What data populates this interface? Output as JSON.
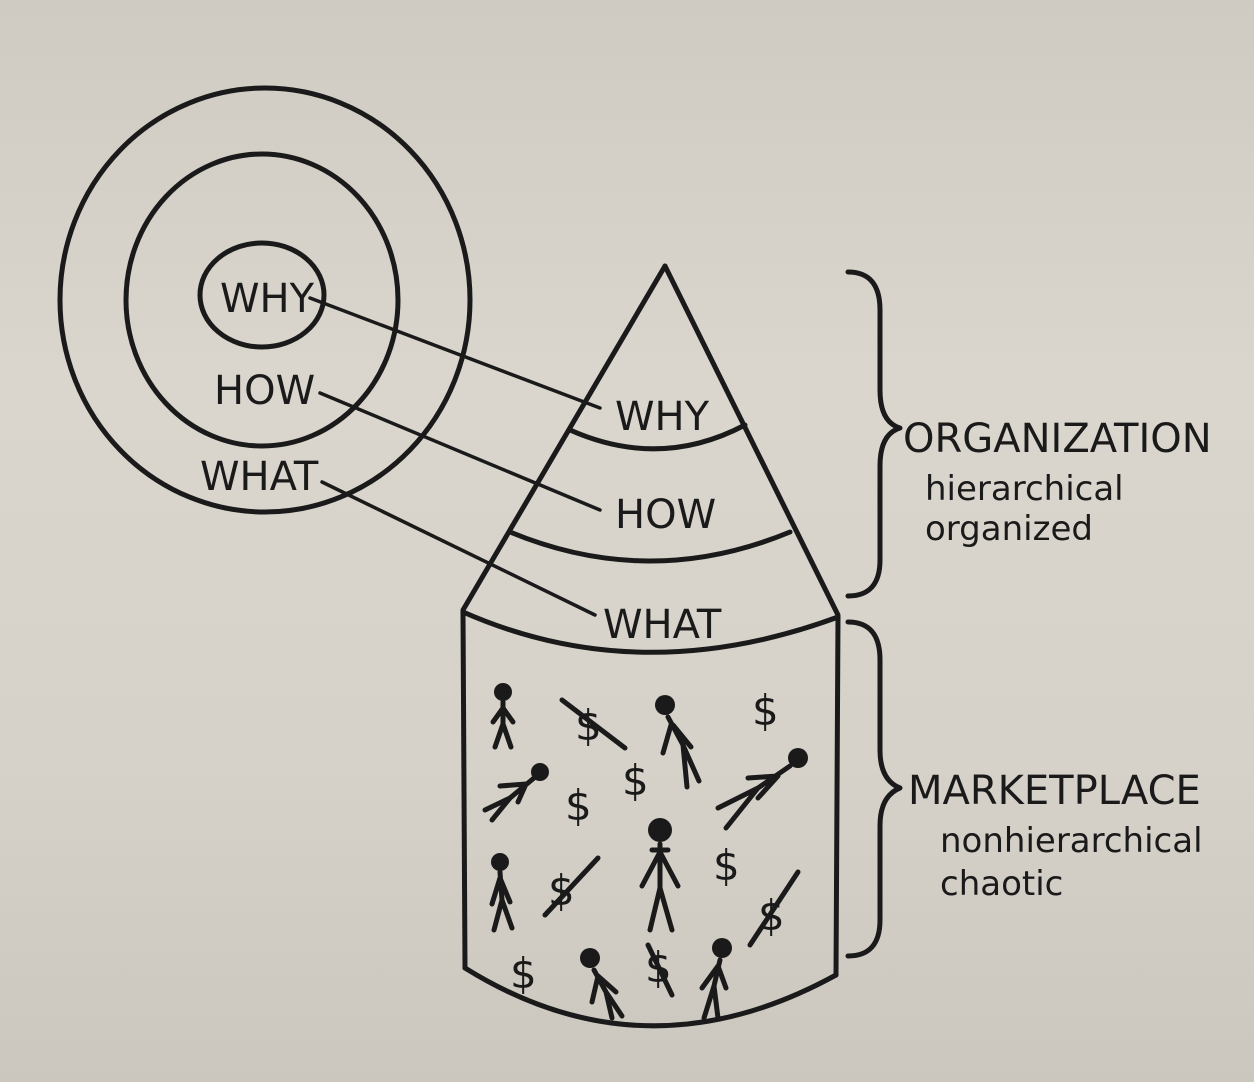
{
  "circles": {
    "why": "WHY",
    "how": "HOW",
    "what": "WHAT"
  },
  "cone": {
    "why": "WHY",
    "how": "HOW",
    "what": "WHAT"
  },
  "organization": {
    "title": "ORGANIZATION",
    "line1": "hierarchical",
    "line2": "organized"
  },
  "marketplace": {
    "title": "MARKETPLACE",
    "line1": "nonhierarchical",
    "line2": "chaotic",
    "dollar_symbol": "$"
  }
}
